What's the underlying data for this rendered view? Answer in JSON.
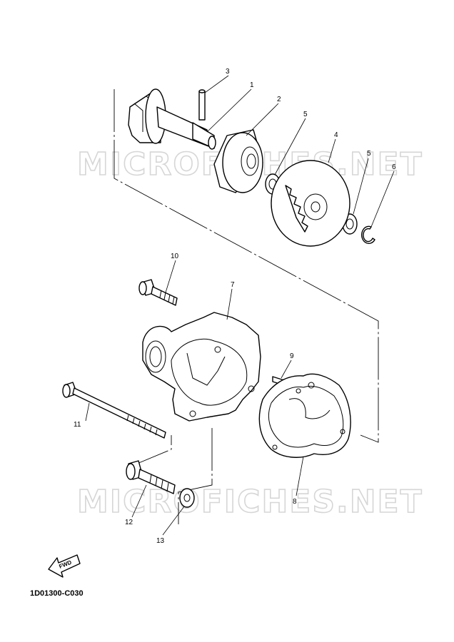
{
  "watermark": {
    "upper": "MICROFICHES.NET",
    "lower": "MICROFICHES.NET"
  },
  "fwd_label": "FWD",
  "diagram_code": "1D01300-C030",
  "callouts": [
    {
      "id": "1",
      "label": "1"
    },
    {
      "id": "2",
      "label": "2"
    },
    {
      "id": "3",
      "label": "3"
    },
    {
      "id": "4",
      "label": "4"
    },
    {
      "id": "5a",
      "label": "5"
    },
    {
      "id": "5b",
      "label": "5"
    },
    {
      "id": "6",
      "label": "6"
    },
    {
      "id": "7",
      "label": "7"
    },
    {
      "id": "8",
      "label": "8"
    },
    {
      "id": "9",
      "label": "9"
    },
    {
      "id": "10",
      "label": "10"
    },
    {
      "id": "11",
      "label": "11"
    },
    {
      "id": "12",
      "label": "12"
    },
    {
      "id": "13",
      "label": "13"
    }
  ]
}
